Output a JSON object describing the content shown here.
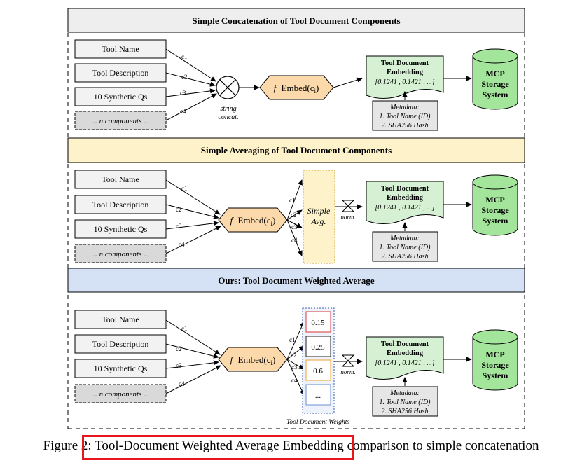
{
  "colors": {
    "section1_header": "#eeeeee",
    "section2_header": "#fdf2c9",
    "section3_header": "#d5e2f5",
    "embed_fill": "#fbd9aa",
    "doc_fill": "#d5f0d2",
    "mcp_fill": "#a3e59a",
    "input_fill": "#f2f2f2",
    "highlight": "#e8161c"
  },
  "sections": [
    {
      "title": "Simple Concatenation of Tool Document Components",
      "inputs": [
        "Tool Name",
        "Tool Description",
        "10 Synthetic Qs",
        "... n components ..."
      ],
      "edge_labels": [
        "c1",
        "c2",
        "c3",
        "c4"
      ],
      "combiner_label_1": "string",
      "combiner_label_2": "concat.",
      "embed_f": "f",
      "embed_label": "Embed(c",
      "embed_sub": "i",
      "embed_close": ")",
      "doc_title_1": "Tool Document",
      "doc_title_2": "Embedding",
      "doc_vector": "[0.1241 , 0.1421 , ...]",
      "meta_title": "Metadata:",
      "meta_1": "1. Tool Name (ID)",
      "meta_2": "2. SHA256 Hash",
      "mcp_1": "MCP",
      "mcp_2": "Storage",
      "mcp_3": "System"
    },
    {
      "title": "Simple Averaging of Tool Document Components",
      "inputs": [
        "Tool Name",
        "Tool Description",
        "10 Synthetic Qs",
        "... n components ..."
      ],
      "edge_labels": [
        "c1",
        "c2",
        "c3",
        "c4"
      ],
      "out_labels": [
        "c1",
        "c2",
        "c3",
        "c4"
      ],
      "avg_1": "Simple",
      "avg_2": "Avg.",
      "norm_label": "norm.",
      "embed_f": "f",
      "embed_label": "Embed(c",
      "embed_sub": "i",
      "embed_close": ")",
      "doc_title_1": "Tool Document",
      "doc_title_2": "Embedding",
      "doc_vector": "[0.1241 , 0.1421 , ...]",
      "meta_title": "Metadata:",
      "meta_1": "1. Tool Name (ID)",
      "meta_2": "2. SHA256 Hash",
      "mcp_1": "MCP",
      "mcp_2": "Storage",
      "mcp_3": "System"
    },
    {
      "title": "Ours: Tool Document Weighted Average",
      "inputs": [
        "Tool Name",
        "Tool Description",
        "10 Synthetic Qs",
        "... n components ..."
      ],
      "edge_labels": [
        "c1",
        "c2",
        "c3",
        "c4"
      ],
      "out_labels": [
        "c1",
        "c2",
        "c3",
        "c4"
      ],
      "weights": [
        "0.15",
        "0.25",
        "0.6",
        "..."
      ],
      "weights_caption": "Tool Document Weights",
      "norm_label": "norm.",
      "embed_f": "f",
      "embed_label": "Embed(c",
      "embed_sub": "i",
      "embed_close": ")",
      "doc_title_1": "Tool Document",
      "doc_title_2": "Embedding",
      "doc_vector": "[0.1241 , 0.1421 , ...]",
      "meta_title": "Metadata:",
      "meta_1": "1. Tool Name (ID)",
      "meta_2": "2. SHA256 Hash",
      "mcp_1": "MCP",
      "mcp_2": "Storage",
      "mcp_3": "System"
    }
  ],
  "caption": {
    "prefix": "Figure 2",
    "highlighted": ": Tool-Document Weighted Average Embedding",
    "suffix": " comparison to simple concatenation"
  }
}
